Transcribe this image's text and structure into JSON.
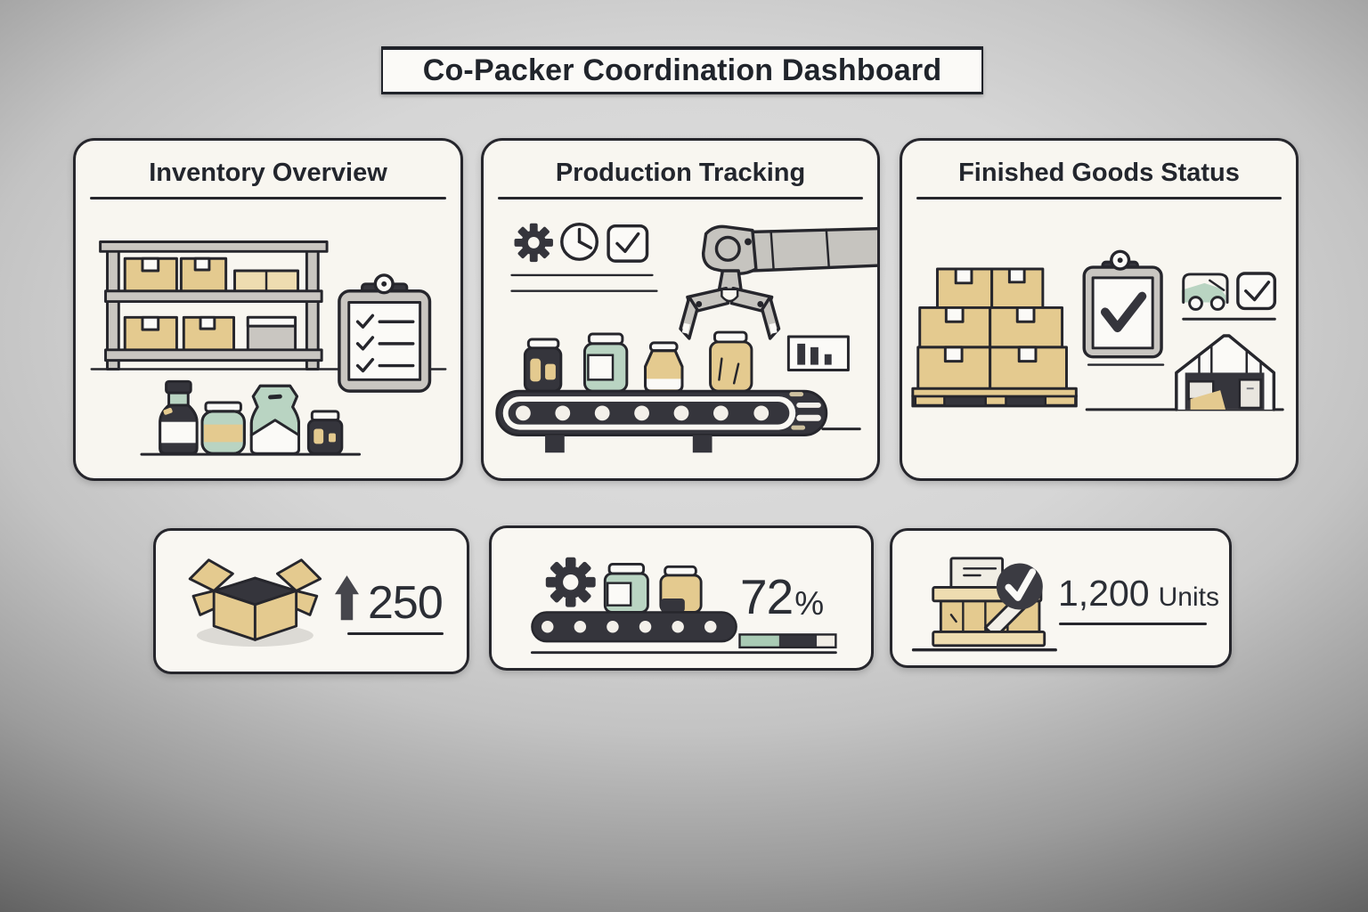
{
  "title": "Co-Packer Coordination Dashboard",
  "panels": {
    "inventory": {
      "title": "Inventory Overview"
    },
    "production": {
      "title": "Production Tracking"
    },
    "finished_goods": {
      "title": "Finished Goods Status"
    }
  },
  "stats": {
    "incoming_boxes": {
      "value": "250",
      "trend": "up",
      "icon": "open-box-icon"
    },
    "production_progress": {
      "value": "72",
      "suffix": "%",
      "icon": "conveyor-gear-icon"
    },
    "finished_units": {
      "value": "1,200",
      "unit": "Units",
      "icon": "crate-check-icon"
    }
  },
  "icons": {
    "inventory": [
      "warehouse-shelf-icon",
      "checklist-clipboard-icon",
      "product-bottles-icon"
    ],
    "production": [
      "gear-icon",
      "clock-icon",
      "checkbox-icon",
      "robotic-arm-icon",
      "conveyor-belt-icon",
      "bar-chart-icon"
    ],
    "finished_goods": [
      "pallet-boxes-icon",
      "check-clipboard-icon",
      "truck-icon",
      "checkbox-icon",
      "warehouse-icon"
    ]
  },
  "colors": {
    "card_background": "#f8f6f0",
    "outline_ink": "#26262c",
    "box_tan": "#e4ca8f",
    "tan_light": "#eedcb0",
    "mint_green": "#b9d4c2",
    "frame_gray": "#c9c6c1",
    "dark_fill": "#35353c",
    "progress_green": "#a9cbb5"
  }
}
